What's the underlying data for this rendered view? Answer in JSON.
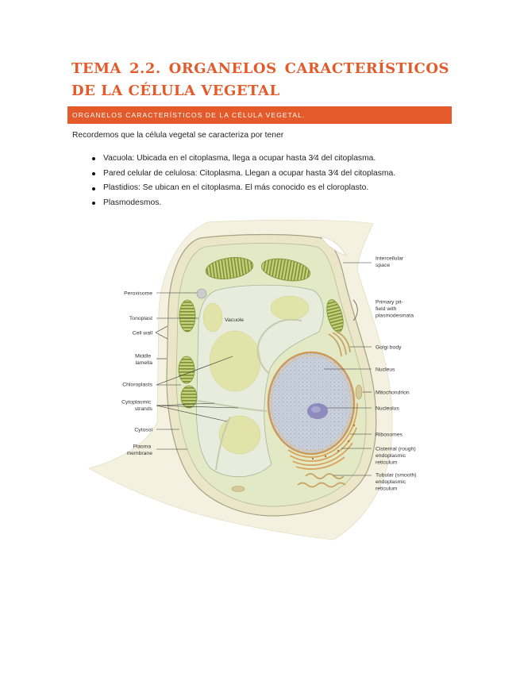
{
  "document": {
    "title_lines": [
      "TEMA 2.2. ORGANELOS CARACTERÍSTICOS",
      "DE LA CÉLULA VEGETAL"
    ],
    "banner": "ORGANELOS CARACTERÍSTICOS DE LA CÉLULA VEGETAL.",
    "intro": "Recordemos que la célula vegetal se caracteriza por tener",
    "bullets": [
      "Vacuola: Ubicada en el citoplasma, llega a ocupar hasta 3⁄4 del citoplasma.",
      "Pared celular de celulosa: Citoplasma. Llegan a ocupar hasta 3⁄4 del citoplasma.",
      "Plastidios: Se ubican en el citoplasma. El más conocido es el cloroplasto.",
      "Plasmodesmos."
    ]
  },
  "diagram": {
    "vacuole_label": "Vacuole",
    "left_labels": [
      {
        "lines": [
          "Peroxisome"
        ]
      },
      {
        "lines": [
          "Tonoplast"
        ]
      },
      {
        "lines": [
          "Cell wall"
        ]
      },
      {
        "lines": [
          "Middle",
          "lamella"
        ]
      },
      {
        "lines": [
          "Chloroplasts"
        ]
      },
      {
        "lines": [
          "Cytoplasmic",
          "strands"
        ]
      },
      {
        "lines": [
          "Cytosol"
        ]
      },
      {
        "lines": [
          "Plasma",
          "membrane"
        ]
      }
    ],
    "right_labels": [
      {
        "lines": [
          "Intercellular",
          "space"
        ]
      },
      {
        "lines": [
          "Primary pit-",
          "field with",
          "plasmodesmata"
        ]
      },
      {
        "lines": [
          "Golgi body"
        ]
      },
      {
        "lines": [
          "Nucleus"
        ]
      },
      {
        "lines": [
          "Mitochondrion"
        ]
      },
      {
        "lines": [
          "Nucleolus"
        ]
      },
      {
        "lines": [
          "Ribosomes"
        ]
      },
      {
        "lines": [
          "Cisternal (rough)",
          "endoplasmic",
          "reticulum"
        ]
      },
      {
        "lines": [
          "Tubular (smooth)",
          "endoplasmic",
          "reticulum"
        ]
      }
    ]
  },
  "colors": {
    "accent": "#E45A2A",
    "banner_text": "#FFFFFF",
    "body_text": "#1F1F1F"
  }
}
